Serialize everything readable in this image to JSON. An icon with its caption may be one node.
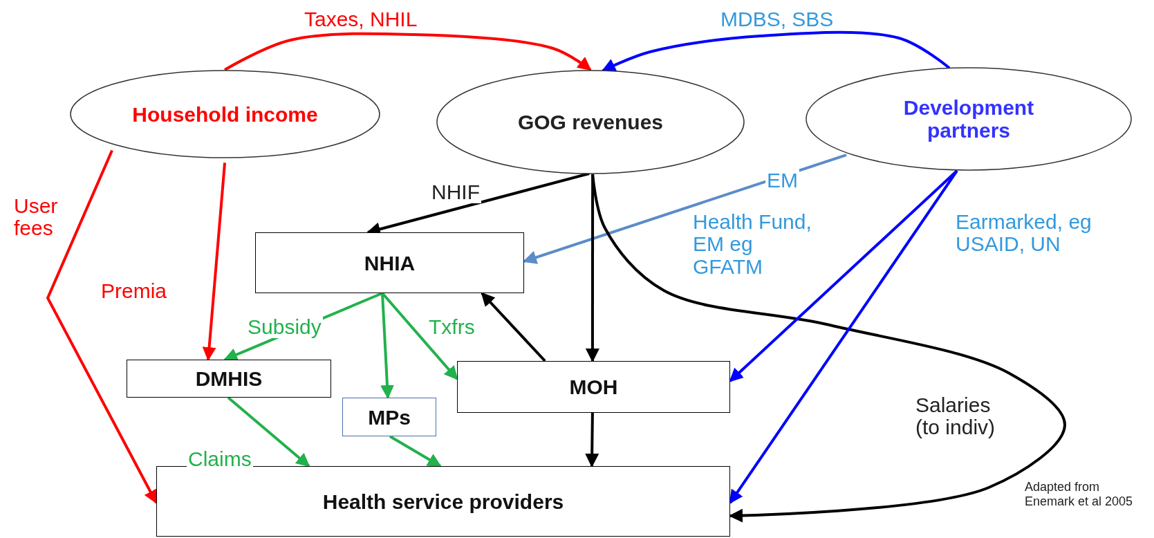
{
  "diagram": {
    "nodes": [
      {
        "text": [
          "Household income"
        ]
      },
      {
        "text": [
          "GOG revenues"
        ]
      },
      {
        "text": [
          "Development partners"
        ]
      },
      {
        "text": [
          "NHIA"
        ]
      },
      {
        "text": [
          "DMHIS"
        ]
      },
      {
        "text": [
          "MPs"
        ]
      },
      {
        "text": [
          "MOH"
        ]
      },
      {
        "text": [
          "Health service providers"
        ]
      }
    ],
    "edges": [
      {
        "from": 0,
        "to": 1,
        "arrow": "to",
        "label": "Taxes, NHIL",
        "color": "#ff0000"
      },
      {
        "from": 2,
        "to": 1,
        "arrow": "to",
        "label": "MDBS, SBS",
        "color": "#0000ff"
      },
      {
        "from": 0,
        "to": 7,
        "arrow": "to",
        "label": "User fees",
        "color": "#ff0000"
      },
      {
        "from": 0,
        "to": 4,
        "arrow": "to",
        "label": "Premia",
        "color": "#ff0000"
      },
      {
        "from": 1,
        "to": 3,
        "arrow": "to",
        "label": "NHIF"
      },
      {
        "from": 2,
        "to": 3,
        "arrow": "to",
        "label": "EM",
        "color": "#5b8cc8"
      },
      {
        "from": 1,
        "to": 6,
        "arrow": "to"
      },
      {
        "from": 1,
        "to": 7,
        "arrow": "to",
        "label": "Salaries (to indiv)"
      },
      {
        "from": 2,
        "to": 6,
        "arrow": "to",
        "label": "Health Fund, EM eg GFATM",
        "color": "#0000ff"
      },
      {
        "from": 2,
        "to": 7,
        "arrow": "to",
        "label": "Earmarked, eg USAID, UN",
        "color": "#0000ff"
      },
      {
        "from": 3,
        "to": 4,
        "arrow": "to",
        "label": "Subsidy",
        "color": "#22b14c"
      },
      {
        "from": 3,
        "to": 5,
        "arrow": "to",
        "color": "#22b14c"
      },
      {
        "from": 3,
        "to": 6,
        "arrow": "to",
        "label": "Txfrs",
        "color": "#22b14c"
      },
      {
        "from": 6,
        "to": 3,
        "arrow": "to"
      },
      {
        "from": 4,
        "to": 7,
        "arrow": "to",
        "label": "Claims",
        "color": "#22b14c"
      },
      {
        "from": 5,
        "to": 7,
        "arrow": "to",
        "color": "#22b14c"
      },
      {
        "from": 6,
        "to": 7,
        "arrow": "to"
      }
    ],
    "labels": [
      "Adapted from Enemark et al 2005"
    ]
  }
}
